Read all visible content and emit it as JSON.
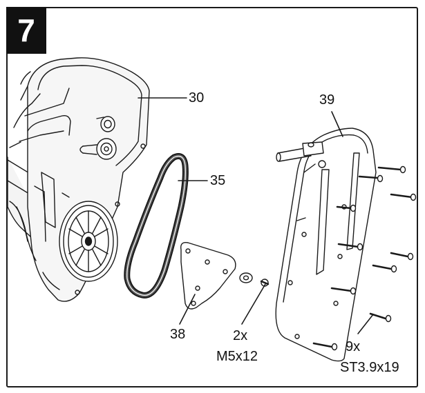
{
  "step": {
    "number": "7"
  },
  "parts": {
    "p30": "30",
    "p35": "35",
    "p38": "38",
    "p39": "39"
  },
  "fasteners": {
    "m5": {
      "qty": "2x",
      "spec": "M5x12"
    },
    "st": {
      "qty": "9x",
      "spec": "ST3.9x19"
    }
  },
  "colors": {
    "line": "#1a1a1a",
    "part_fill": "#f4f4f4",
    "belt": "#3a3a3a"
  }
}
